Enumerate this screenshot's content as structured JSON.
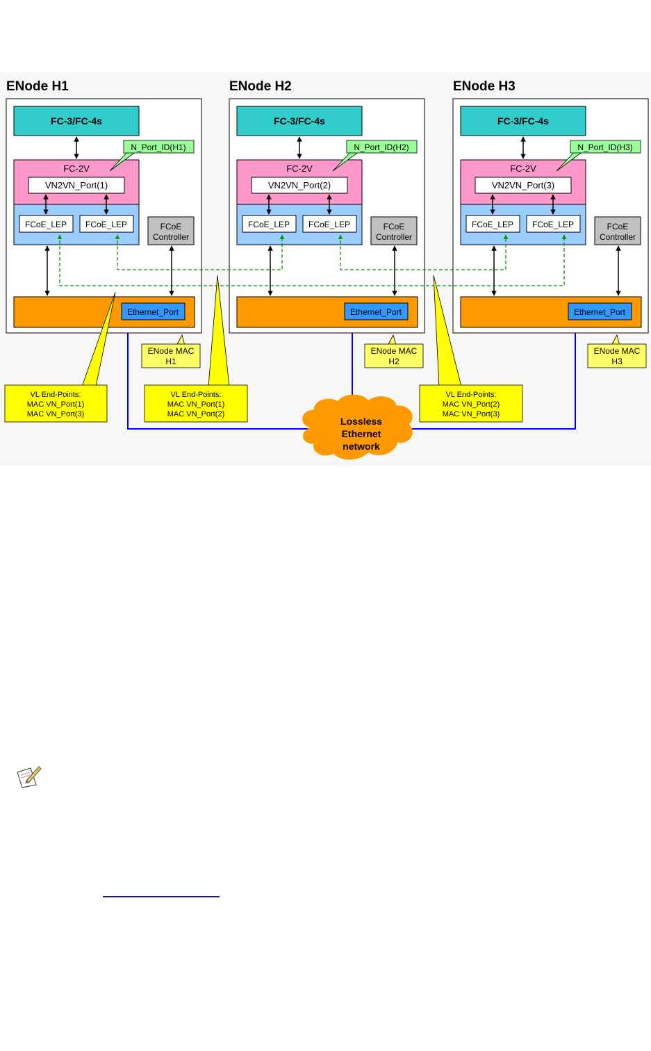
{
  "diagram": {
    "nodes": [
      {
        "title": "ENode H1",
        "upper_layer": "FC-3/FC-4s",
        "fc2v": "FC-2V",
        "vn2vn_port": "VN2VN_Port(1)",
        "lep_left": "FCoE_LEP",
        "lep_right": "FCoE_LEP",
        "controller_line1": "FCoE",
        "controller_line2": "Controller",
        "ethernet_port": "Ethernet_Port",
        "nport_callout": "N_Port_ID(H1)",
        "mac_line1": "ENode MAC",
        "mac_line2": "H1"
      },
      {
        "title": "ENode H2",
        "upper_layer": "FC-3/FC-4s",
        "fc2v": "FC-2V",
        "vn2vn_port": "VN2VN_Port(2)",
        "lep_left": "FCoE_LEP",
        "lep_right": "FCoE_LEP",
        "controller_line1": "FCoE",
        "controller_line2": "Controller",
        "ethernet_port": "Ethernet_Port",
        "nport_callout": "N_Port_ID(H2)",
        "mac_line1": "ENode MAC",
        "mac_line2": "H2"
      },
      {
        "title": "ENode H3",
        "upper_layer": "FC-3/FC-4s",
        "fc2v": "FC-2V",
        "vn2vn_port": "VN2VN_Port(3)",
        "lep_left": "FCoE_LEP",
        "lep_right": "FCoE_LEP",
        "controller_line1": "FCoE",
        "controller_line2": "Controller",
        "ethernet_port": "Ethernet_Port",
        "nport_callout": "N_Port_ID(H3)",
        "mac_line1": "ENode MAC",
        "mac_line2": "H3"
      }
    ],
    "vl_callouts": [
      {
        "line1": "VL End-Points:",
        "line2": "MAC VN_Port(1)",
        "line3": "MAC VN_Port(3)"
      },
      {
        "line1": "VL End-Points:",
        "line2": "MAC VN_Port(1)",
        "line3": "MAC VN_Port(2)"
      },
      {
        "line1": "VL End-Points:",
        "line2": "MAC VN_Port(2)",
        "line3": "MAC VN_Port(3)"
      }
    ],
    "network": {
      "line1": "Lossless",
      "line2": "Ethernet",
      "line3": "network"
    },
    "colors": {
      "upper_layer": "#33cccc",
      "fc2v": "#ff99cc",
      "lep_band": "#99ccff",
      "controller": "#c0c0c0",
      "ethernet_band": "#ff9900",
      "ethernet_port": "#3399ff",
      "callout_green": "#99ff99",
      "callout_yellow": "#ffff00",
      "link_blue": "#0000ff",
      "virtual_link": "#009900"
    }
  }
}
